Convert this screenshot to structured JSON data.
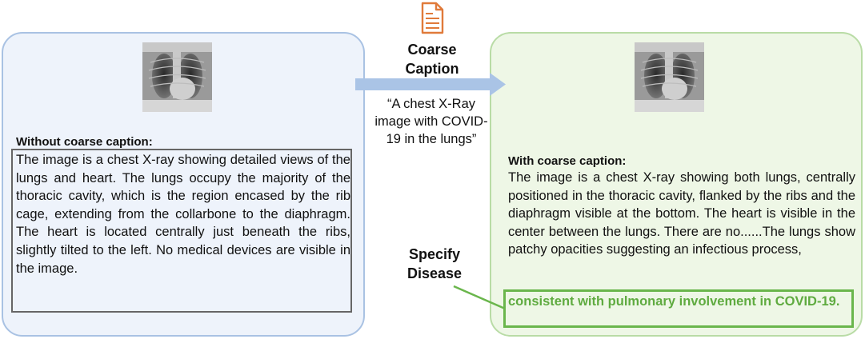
{
  "left": {
    "heading": "Without coarse caption:",
    "text": "The image is a chest X-ray showing detailed views of the lungs and heart. The lungs occupy the majority of the thoracic cavity, which is the region encased by the rib cage, extending from the collarbone to the diaphragm. The heart is located centrally just beneath the ribs, slightly tilted to the left. No medical devices are visible in the image."
  },
  "middle": {
    "title_line1": "Coarse",
    "title_line2": "Caption",
    "quote_line1": "“A chest X-Ray",
    "quote_line2": "image with COVID-",
    "quote_line3": "19 in the lungs”",
    "specify_line1": "Specify",
    "specify_line2": "Disease"
  },
  "right": {
    "heading": "With coarse caption:",
    "text": "The image is a chest X-ray showing both lungs, centrally positioned in the thoracic cavity, flanked by the ribs and the diaphragm visible at the bottom. The heart is visible in the center between the lungs. There are no......The lungs show patchy opacities suggesting an infectious process,",
    "highlight": "consistent with pulmonary involvement in COVID-19."
  },
  "colors": {
    "left_panel": "#eef3fb",
    "right_panel": "#eef7e6",
    "arrow": "#aac4e6",
    "highlight": "#5fab40",
    "doc_icon": "#e07a3a"
  },
  "icons": {
    "caption": "document-icon",
    "image": "chest-xray-image"
  }
}
